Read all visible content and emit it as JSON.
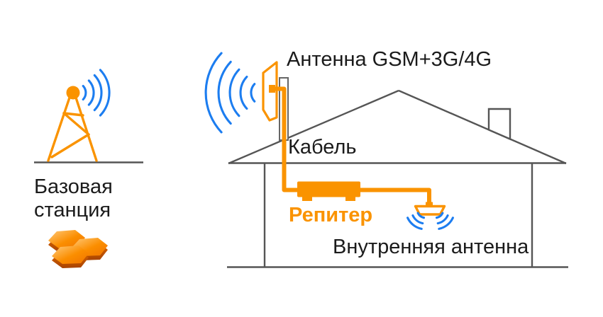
{
  "colors": {
    "orange": "#FA9300",
    "blue": "#1C7DF0",
    "line_gray": "#555555",
    "text": "#1B1B1B"
  },
  "scene": {
    "base_station": {
      "label": "Базовая станция"
    },
    "external_antenna": {
      "label": "Антенна GSM+3G/4G"
    },
    "cable": {
      "label": "Кабель"
    },
    "repeater": {
      "label": "Репитер"
    },
    "internal_antenna": {
      "label": "Внутренняя антенна"
    }
  },
  "icons": {
    "base_station": "cell-tower-icon",
    "base_station_signal": "signal-waves-icon",
    "coverage_cells": "hex-cells-icon",
    "external_antenna": "panel-antenna-icon",
    "external_antenna_signal": "signal-waves-icon",
    "house": "house-outline-icon",
    "chimney": "chimney-icon",
    "repeater": "repeater-box-icon",
    "internal_antenna": "ceiling-antenna-icon",
    "internal_antenna_signal": "signal-waves-icon"
  }
}
